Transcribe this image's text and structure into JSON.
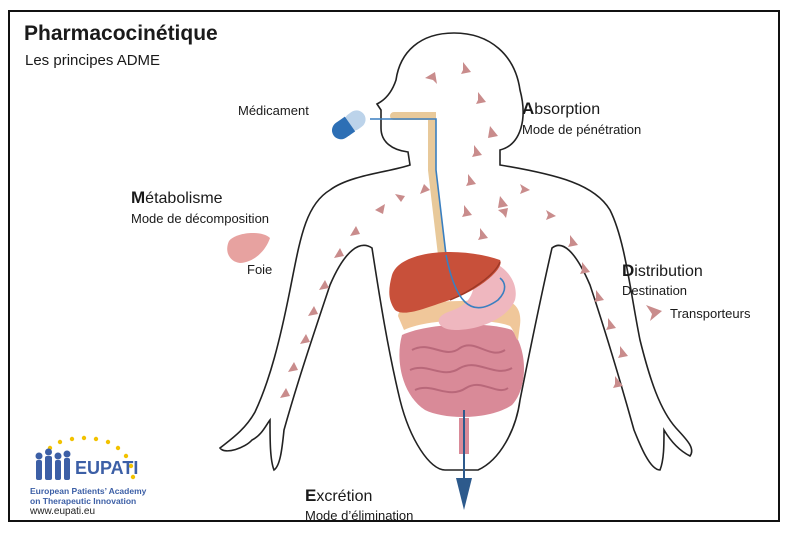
{
  "title": "Pharmacocinétique",
  "subtitle": "Les principes ADME",
  "labels": {
    "medicament": "Médicament",
    "foie": "Foie",
    "transporteurs": "Transporteurs"
  },
  "sections": {
    "absorption": {
      "initial": "A",
      "rest": "bsorption",
      "sub": "Mode de pénétration"
    },
    "metabolisme": {
      "initial": "M",
      "rest": "étabolisme",
      "sub": "Mode de décomposition"
    },
    "distribution": {
      "initial": "D",
      "rest": "istribution",
      "sub": "Destination"
    },
    "excretion": {
      "initial": "E",
      "rest": "xcrétion",
      "sub": "Mode d’élimination"
    }
  },
  "logo": {
    "name": "EUPATI",
    "line1": "European Patients’ Academy",
    "line2": "on Therapeutic Innovation",
    "url": "www.eupati.eu"
  },
  "colors": {
    "arrow": "#c98c8c",
    "liver": "#c8503a",
    "intestine": "#d98a98",
    "pill_blue": "#2d6fb5",
    "tube": "#3a7fc0",
    "star": "#f2c200"
  }
}
